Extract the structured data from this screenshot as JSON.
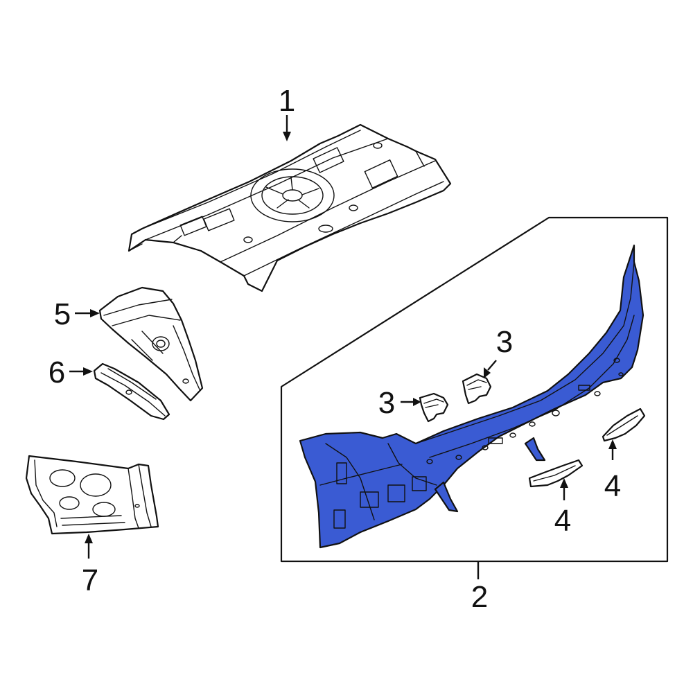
{
  "callouts": {
    "c1": "1",
    "c2": "2",
    "c3a": "3",
    "c3b": "3",
    "c4a": "4",
    "c4b": "4",
    "c5": "5",
    "c6": "6",
    "c7": "7"
  },
  "colors": {
    "highlight": "#3a5bd3",
    "line": "#111111",
    "background": "#ffffff"
  }
}
